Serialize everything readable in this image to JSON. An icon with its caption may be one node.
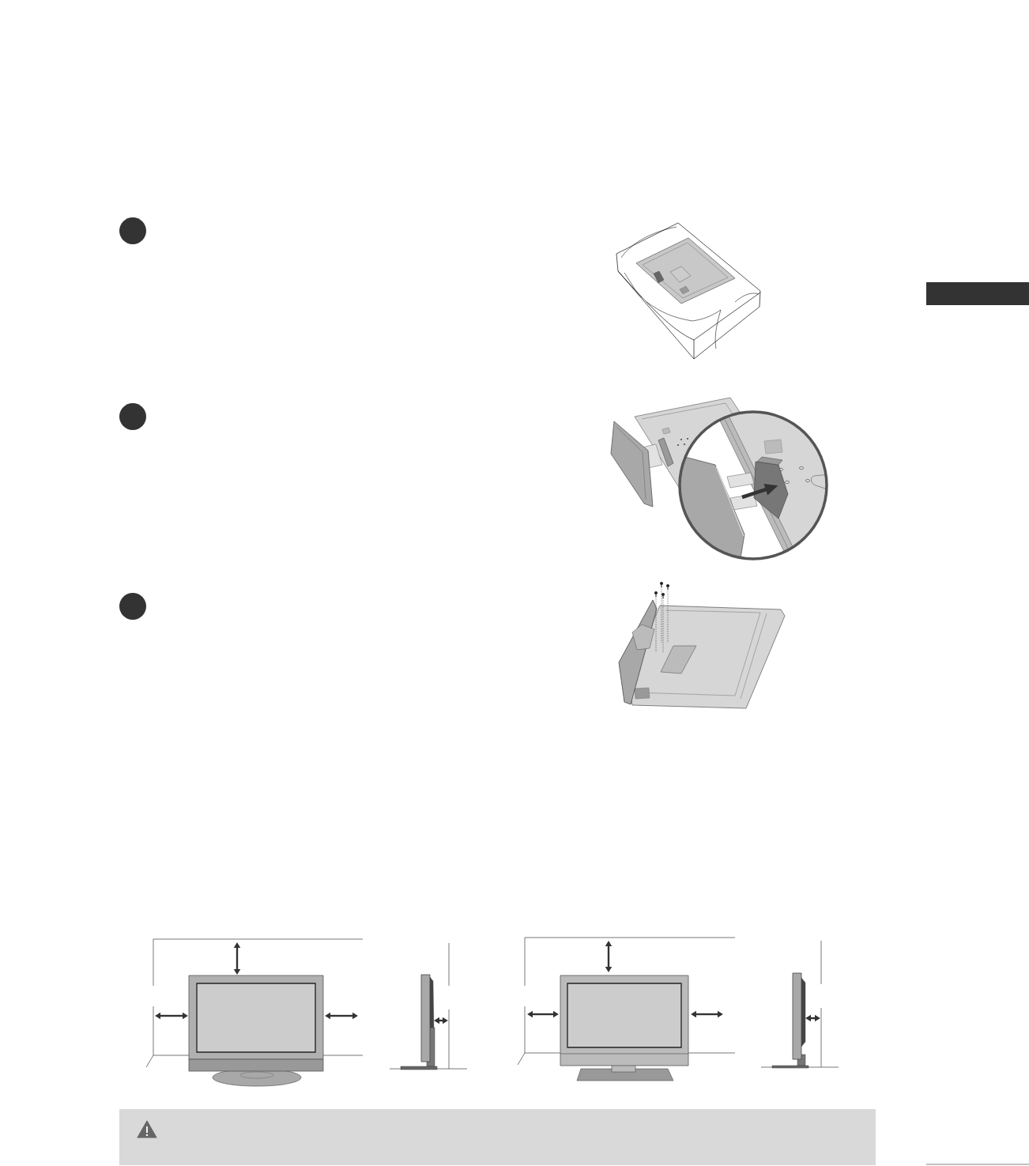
{
  "diagram": {
    "nodes": [
      {
        "text": [],
        "shape": "circle"
      },
      {
        "text": [],
        "shape": "bar"
      },
      {
        "text": [],
        "shape": "circle"
      },
      {
        "text": [],
        "shape": "circle"
      },
      {
        "text": [],
        "shape": "box"
      }
    ]
  }
}
